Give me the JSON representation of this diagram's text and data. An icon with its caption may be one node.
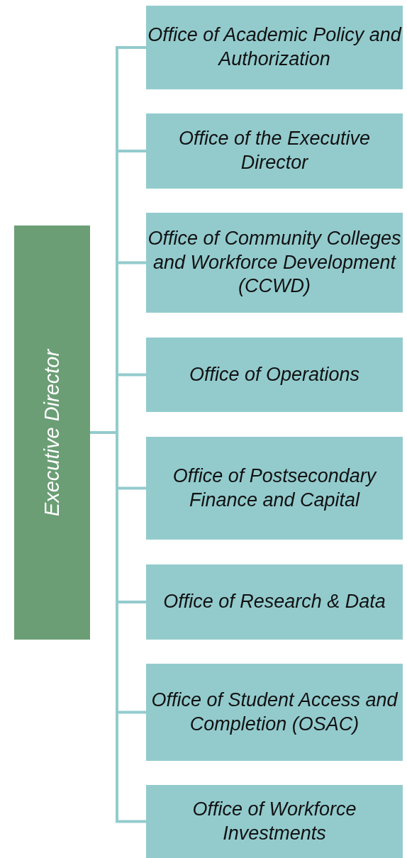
{
  "diagram": {
    "nodes": [
      {
        "text": [
          "Executive Director"
        ]
      },
      {
        "text": [
          "Office of Academic Policy and Authorization"
        ]
      },
      {
        "text": [
          "Office of the Executive Director"
        ]
      },
      {
        "text": [
          "Office of Community Colleges and Workforce Development (CCWD)"
        ]
      },
      {
        "text": [
          "Office of Operations"
        ]
      },
      {
        "text": [
          "Office of Postsecondary Finance and Capital"
        ]
      },
      {
        "text": [
          "Office of Research & Data"
        ]
      },
      {
        "text": [
          "Office of Student Access and Completion (OSAC)"
        ]
      },
      {
        "text": [
          "Office of Workforce Investments"
        ]
      }
    ],
    "edges": [
      {
        "from": 0,
        "to": 1,
        "arrow": "none"
      },
      {
        "from": 0,
        "to": 2,
        "arrow": "none"
      },
      {
        "from": 0,
        "to": 3,
        "arrow": "none"
      },
      {
        "from": 0,
        "to": 4,
        "arrow": "none"
      },
      {
        "from": 0,
        "to": 5,
        "arrow": "none"
      },
      {
        "from": 0,
        "to": 6,
        "arrow": "none"
      },
      {
        "from": 0,
        "to": 7,
        "arrow": "none"
      },
      {
        "from": 0,
        "to": 8,
        "arrow": "none"
      }
    ]
  }
}
